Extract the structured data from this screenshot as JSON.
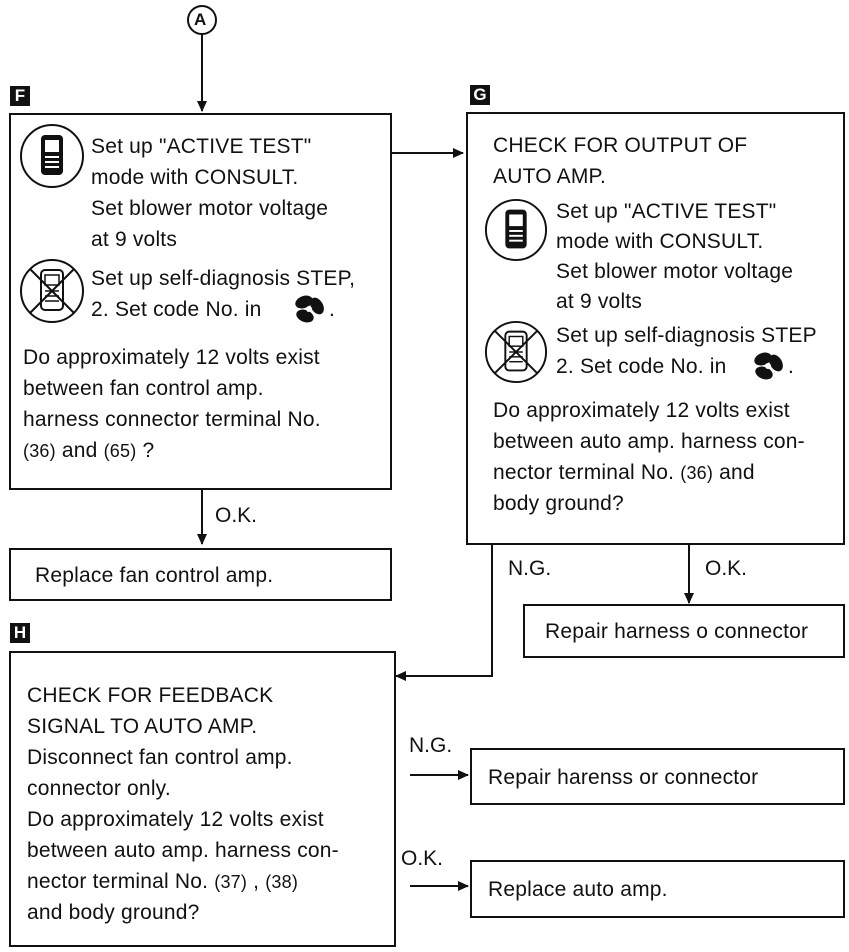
{
  "connector_a": "A",
  "box_f": {
    "marker": "F",
    "consult_lines": [
      "Set up \"ACTIVE TEST\"",
      "mode with CONSULT.",
      "Set blower motor voltage",
      "at 9 volts"
    ],
    "selfdiag_lines": [
      "Set up self-diagnosis STEP,",
      "2.  Set code No. in"
    ],
    "question_lines": [
      "Do approximately 12 volts exist",
      "between fan control amp.",
      "harness connector terminal No."
    ],
    "terminals": {
      "a": "36",
      "and": "and",
      "b": "65",
      "end": "?"
    }
  },
  "f_ok_label": "O.K.",
  "replace_fan_amp": "Replace fan control amp.",
  "box_g": {
    "marker": "G",
    "title_lines": [
      "CHECK  FOR  OUTPUT  OF",
      "AUTO  AMP."
    ],
    "consult_lines": [
      "Set up \"ACTIVE TEST\"",
      "mode with CONSULT.",
      "Set blower motor voltage",
      "at 9 volts"
    ],
    "selfdiag_lines": [
      "Set up self-diagnosis STEP",
      "2. Set code No. in"
    ],
    "question_lines": [
      "Do approximately 12 volts exist",
      "between auto amp. harness con-",
      "nector terminal No."
    ],
    "terminal": "36",
    "and_text": "and",
    "last_line": "body ground?"
  },
  "g_ng_label": "N.G.",
  "g_ok_label": "O.K.",
  "repair_harness_connector": "Repair harness o connector",
  "box_h": {
    "marker": "H",
    "title_lines": [
      "CHECK  FOR  FEEDBACK",
      "SIGNAL  TO  AUTO  AMP."
    ],
    "lines": [
      "Disconnect fan control amp.",
      "connector only.",
      "Do approximately 12 volts exist",
      "between auto amp. harness con-"
    ],
    "terminal_prefix": "nector terminal No.",
    "terminal_a": "37",
    "comma": ",",
    "terminal_b": "38",
    "last_line": "and body ground?"
  },
  "h_ng_label": "N.G.",
  "h_ok_label": "O.K.",
  "repair_harenss": "Repair harenss or connector",
  "replace_auto_amp": "Replace auto amp."
}
